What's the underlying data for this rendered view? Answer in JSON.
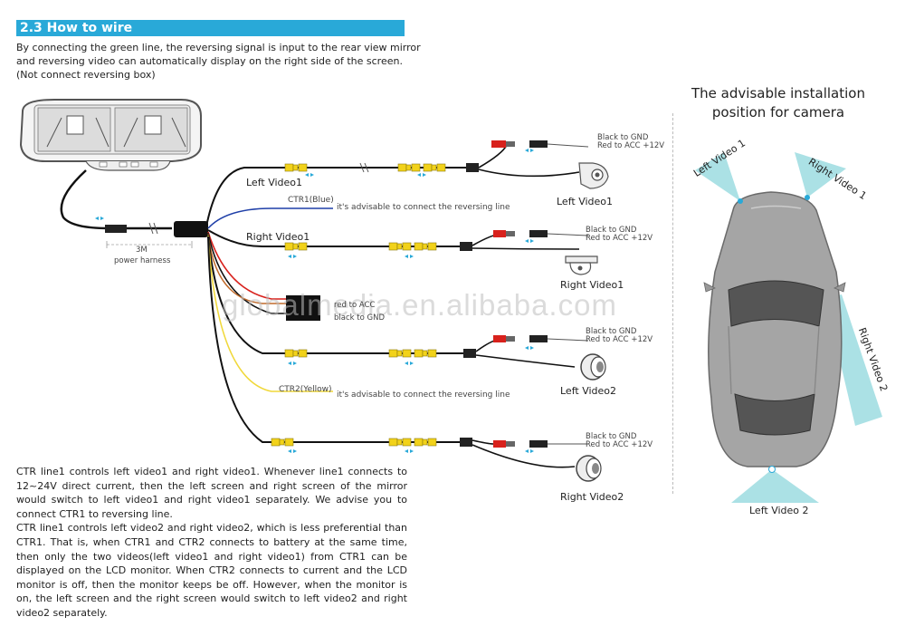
{
  "header": {
    "title": "2.3 How to wire"
  },
  "intro": [
    "By connecting the green line, the reversing signal is input to the rear view mirror",
    "and reversing video can automatically display on the right side of the screen.",
    "(Not connect reversing box)"
  ],
  "harness": {
    "length": "3M",
    "label": "power harness"
  },
  "wires": {
    "left_video1": "Left Video1",
    "ctr1": "CTR1(Blue)",
    "ctr1_note": "it's advisable to connect the reversing line",
    "right_video1": "Right Video1",
    "red_to_acc": "red to ACC",
    "black_to_gnd": "black to GND",
    "ctr2": "CTR2(Yellow)",
    "ctr2_note": "it's advisable to connect the reversing line"
  },
  "power_labels": {
    "black": "Black to GND",
    "red": "Red to ACC  +12V"
  },
  "cameras": {
    "left_video1": "Left Video1",
    "right_video1": "Right Video1",
    "left_video2": "Left Video2",
    "right_video2": "Right Video2"
  },
  "explanation": [
    "CTR line1 controls left video1 and right video1. Whenever line1 connects to 12~24V direct current, then the left screen and right screen of the mirror would switch to left video1 and right video1 separately. We advise you to connect CTR1 to reversing line.",
    "CTR line1 controls left video2 and right video2, which is less preferential than CTR1. That is, when CTR1 and CTR2 connects to battery at the same time, then only the two videos(left video1 and right video1) from CTR1 can be displayed on the LCD monitor. When CTR2 connects to current and the LCD monitor is off, then the monitor keeps be off. However, when the monitor is on, the left screen and the right screen would switch to left video2 and right video2 separately."
  ],
  "installation": {
    "title_line1": "The advisable installation",
    "title_line2": "position for camera",
    "left_video1": "Left Video 1",
    "right_video1": "Right Video 1",
    "right_video2": "Right Video 2",
    "left_video2": "Left Video 2"
  },
  "watermark": "globalmedia.en.alibaba.com",
  "colors": {
    "accent": "#29a9d8",
    "connector": "#f2d21a",
    "ctr1_wire": "#1f3fa8",
    "ctr2_wire": "#f0d83a",
    "red_wire": "#d8211c"
  }
}
